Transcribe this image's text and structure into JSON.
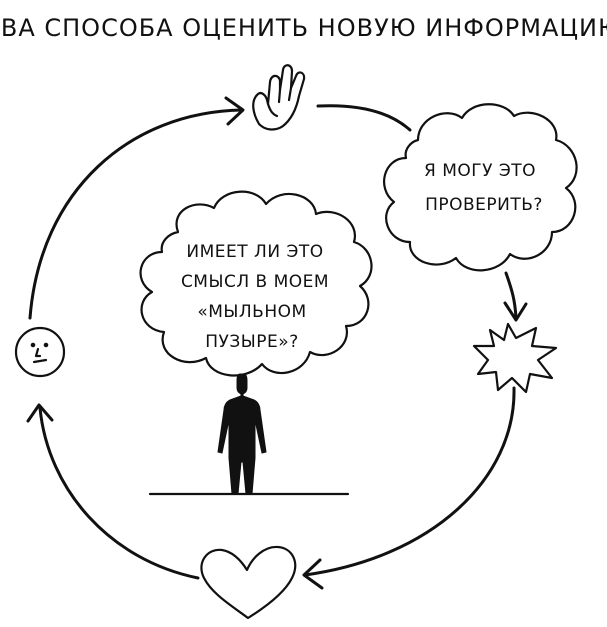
{
  "title": "ДВА СПОСОБА ОЦЕНИТЬ НОВУЮ ИНФОРМАЦИЮ",
  "thought_bubble": {
    "lines": [
      "ИМЕЕТ ЛИ ЭТО",
      "СМЫСЛ В МОЕМ",
      "«МЫЛЬНОМ",
      "ПУЗЫРЕ»?"
    ]
  },
  "check_bubble": {
    "lines": [
      "Я МОГУ ЭТО",
      "ПРОВЕРИТЬ?"
    ]
  },
  "icons": {
    "hand": "raised-hand-icon",
    "burst": "starburst-icon",
    "heart": "heart-icon",
    "face": "thinking-face-icon",
    "person": "standing-person-icon"
  },
  "colors": {
    "ink": "#111111",
    "background": "#ffffff"
  }
}
